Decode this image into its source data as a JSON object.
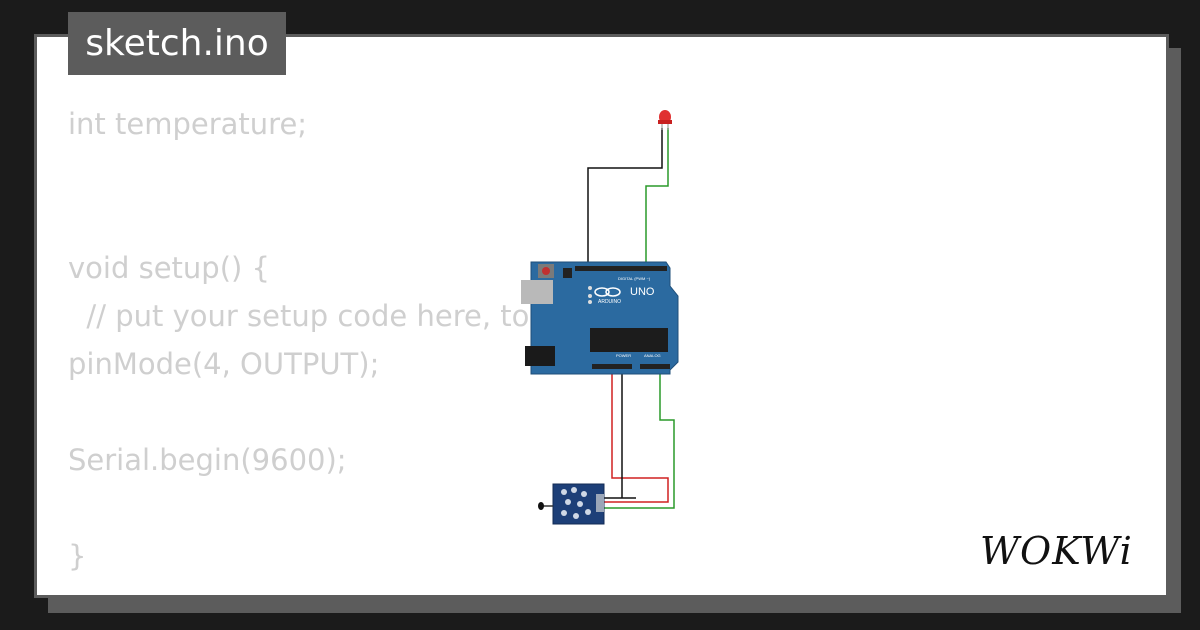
{
  "tab": {
    "title": "sketch.ino"
  },
  "code_lines": [
    "int temperature;",
    "",
    "",
    "void setup() {",
    "  // put your setup code here, to run once:",
    "pinMode(4, OUTPUT);",
    "",
    "Serial.begin(9600);",
    "",
    "}"
  ],
  "board": {
    "label_uno": "UNO",
    "label_brand": "ARDUINO",
    "label_digital": "DIGITAL (PWM ~)",
    "label_analog": "ANALOG",
    "label_power": "POWER"
  },
  "brand": {
    "logo_text": "WOKWi"
  },
  "colors": {
    "background": "#1b1b1b",
    "frame": "#5c5c5c",
    "code_text": "#cfcfcf",
    "board": "#2b6aa0",
    "led": "#e03030",
    "wire_green": "#2a9a2a",
    "wire_red": "#d02020",
    "wire_black": "#111111",
    "sensor": "#1d3f78"
  }
}
